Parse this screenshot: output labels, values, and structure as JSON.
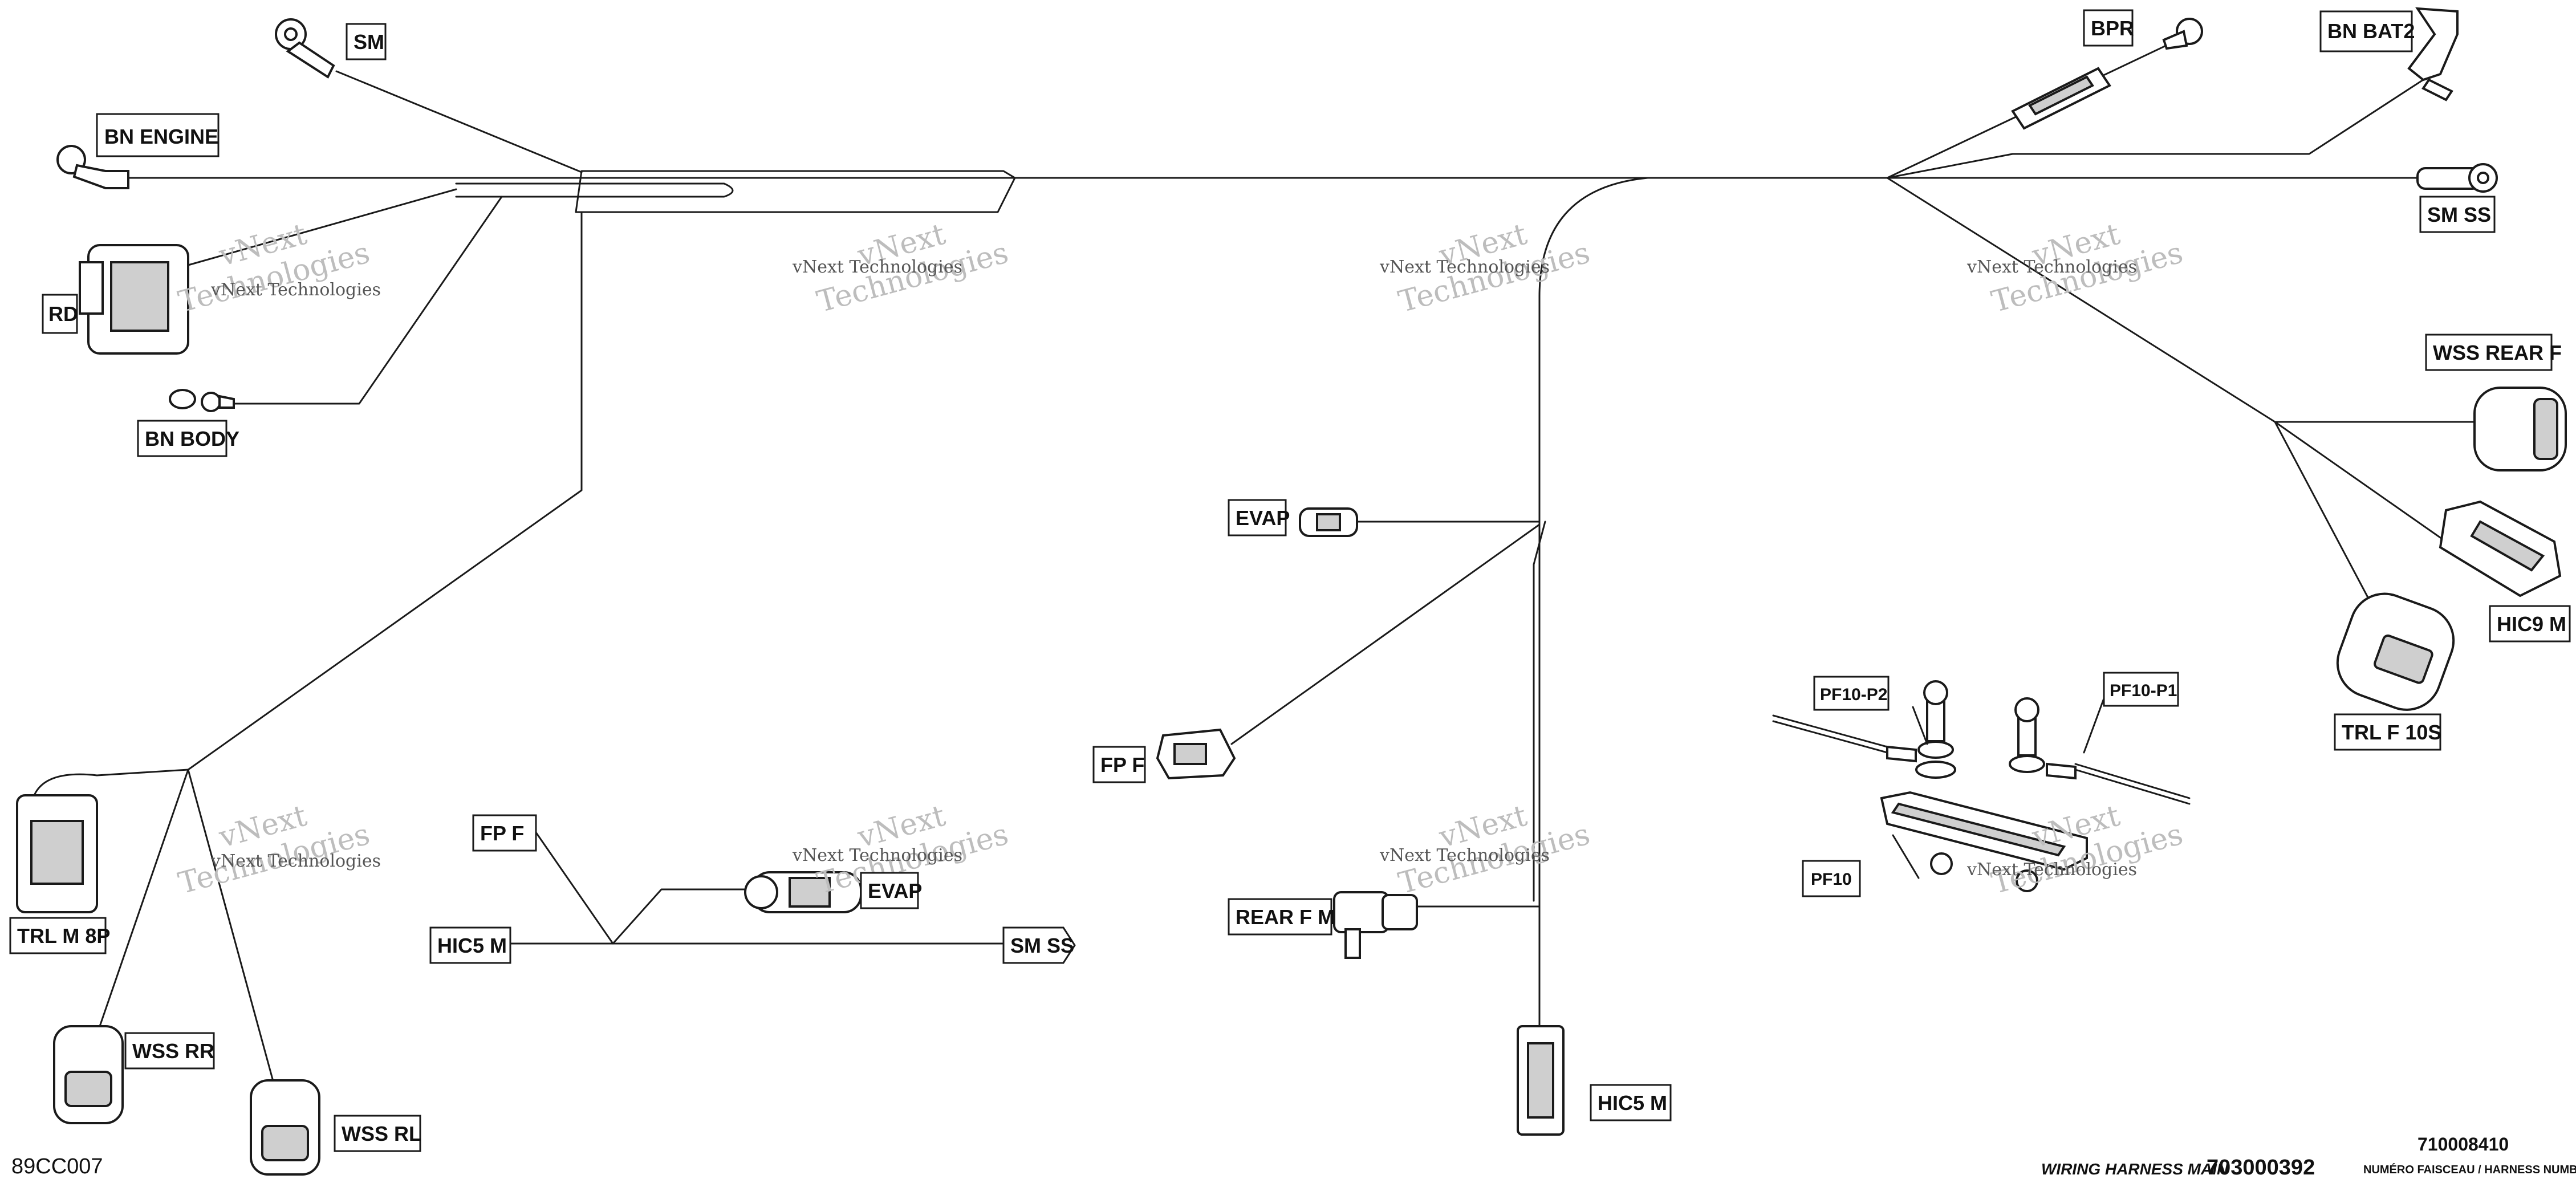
{
  "labels": {
    "sm": "SM",
    "bn_engine": "BN  ENGINE",
    "rd": "RD",
    "bn_body": "BN  BODY",
    "bpr": "BPR",
    "bn_bat2": "BN  BAT2",
    "sm_ss_top": "SM  SS",
    "wss_rear_f": "WSS  REAR  F",
    "hic9_m": "HIC9  M",
    "trl_f_10s": "TRL  F  10S",
    "evap_top": "EVAP",
    "fp_f_mid": "FP  F",
    "pf10_p2": "PF10-P2",
    "pf10_p1": "PF10-P1",
    "pf10": "PF10",
    "trl_m_8p": "TRL  M  8P",
    "wss_rr": "WSS  RR",
    "wss_rl": "WSS  RL",
    "fp_f_left": "FP  F",
    "hic5_m_left": "HIC5  M",
    "evap_bottom": "EVAP",
    "sm_ss_bottom": "SM  SS",
    "rear_f_m": "REAR  F  M",
    "hic5_m_bottom": "HIC5  M"
  },
  "watermark": {
    "line1": "vNext",
    "line2": "Technologies",
    "line3": "vNext Technologies"
  },
  "footer": {
    "figure_id": "89CC007",
    "harness_caption": "WIRING HARNESS  MAIN",
    "harness_part_number": "703000392",
    "harness_number": "710008410",
    "harness_number_caption": "NUMÉRO FAISCEAU / HARNESS NUMBER"
  }
}
